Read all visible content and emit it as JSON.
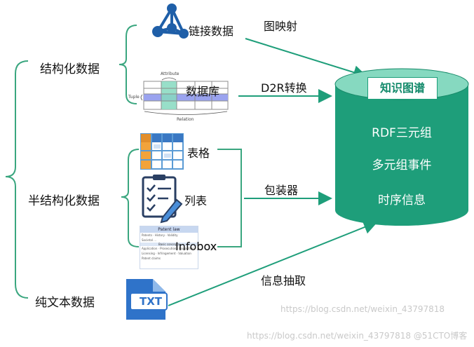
{
  "categories": {
    "structured": "结构化数据",
    "semi": "半结构化数据",
    "text": "纯文本数据"
  },
  "sources": {
    "linked": "链接数据",
    "database": "数据库",
    "table": "表格",
    "list": "列表",
    "infobox": "Infobox",
    "txt": "TXT"
  },
  "db_figure": {
    "attribute": "Attribute",
    "tuple": "Tuple",
    "relation": "Relation"
  },
  "infobox_figure": {
    "header": "Patent law",
    "rows": [
      "Patents · History · Validity",
      "Societal …",
      "Basic concepts",
      "Application · Prosecution · Opposition",
      "Licensing · Infringement · Valuation",
      "Patent claims"
    ]
  },
  "edges": {
    "graph_map": "图映射",
    "d2r": "D2R转换",
    "wrapper": "包装器",
    "extract": "信息抽取"
  },
  "kg": {
    "title": "知识图谱",
    "items": [
      "RDF三元组",
      "多元组事件",
      "时序信息"
    ]
  },
  "colors": {
    "teal": "#1e9e7a",
    "teal_dark": "#178a69",
    "teal_light": "#86d9c0",
    "bracket": "#3aa67f",
    "blue_icon": "#1f5fa8"
  },
  "watermarks": [
    "https://blog.csdn.net/weixin_43797818",
    "https://blog.csdn.net/weixin_43797818 @51CTO博客"
  ]
}
